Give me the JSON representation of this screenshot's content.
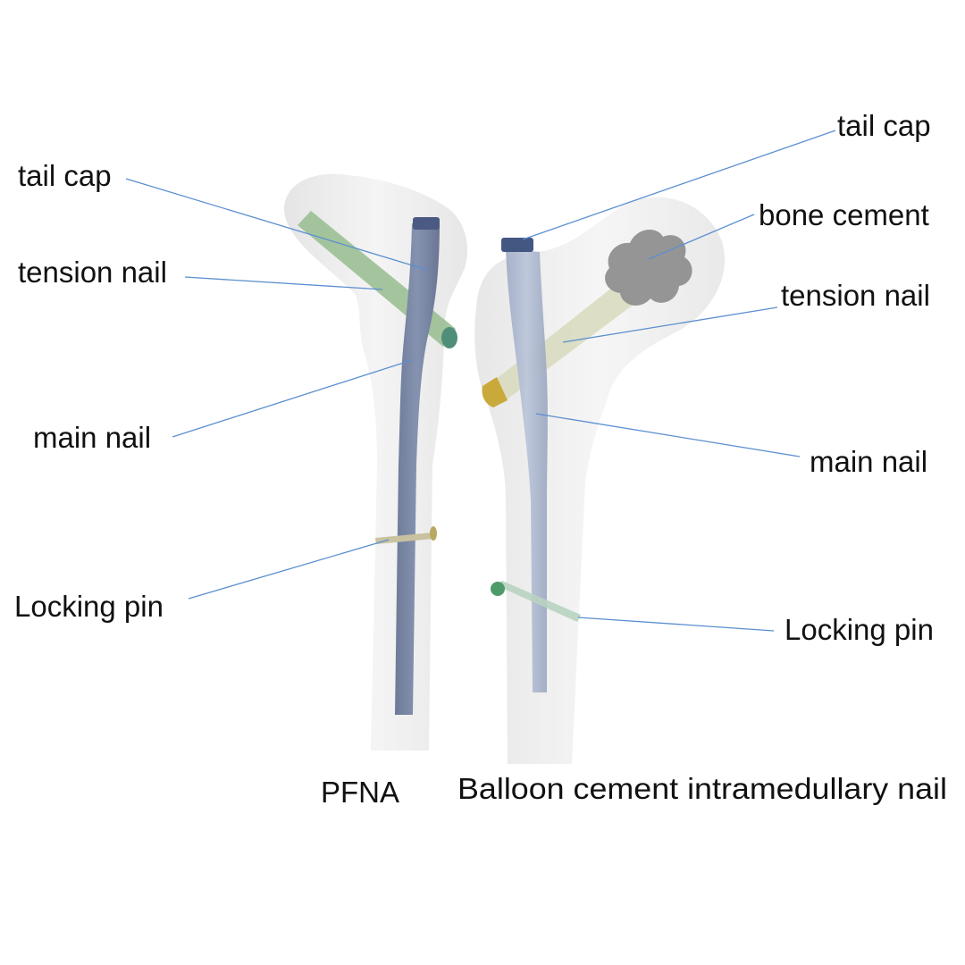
{
  "left_device": {
    "caption": "PFNA",
    "labels": {
      "tail_cap": "tail cap",
      "tension_nail": "tension nail",
      "main_nail": "main nail",
      "locking_pin": "Locking pin"
    }
  },
  "right_device": {
    "caption": "Balloon cement intramedullary nail",
    "labels": {
      "tail_cap": "tail cap",
      "bone_cement": "bone cement",
      "tension_nail": "tension nail",
      "main_nail": "main nail",
      "locking_pin": "Locking pin"
    }
  },
  "colors": {
    "bone": "#e9e9e9",
    "main_nail": "#7d8aa8",
    "tension_nail_left": "#9bbf93",
    "leader_line": "#5b8fd0",
    "end_cap_gold": "#c9a93a",
    "cement": "#8f8f8f"
  }
}
